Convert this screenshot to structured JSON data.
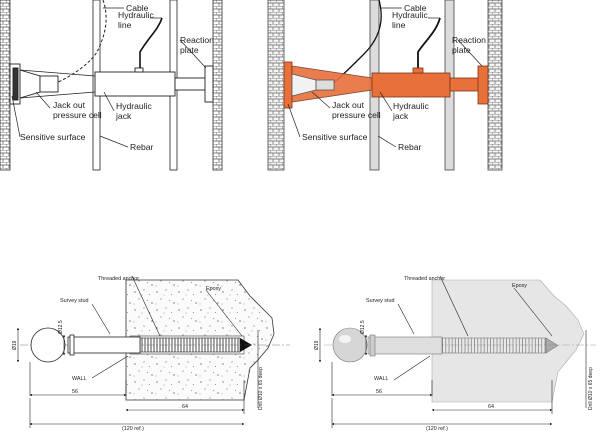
{
  "top_left": {
    "cable": "Cable",
    "hydraulic_line_1": "Hydraulic",
    "hydraulic_line_2": "line",
    "reaction_plate_1": "Reaction",
    "reaction_plate_2": "plate",
    "jack_out_1": "Jack out",
    "jack_out_2": "pressure cell",
    "hydraulic_jack_1": "Hydraulic",
    "hydraulic_jack_2": "jack",
    "sensitive_surface": "Sensitive surface",
    "rebar": "Rebar"
  },
  "top_right": {
    "cable": "Cable",
    "hydraulic_line_1": "Hydraulic",
    "hydraulic_line_2": "line",
    "reaction_plate_1": "Reaction",
    "reaction_plate_2": "plate",
    "jack_out_1": "Jack out",
    "jack_out_2": "pressure cell",
    "hydraulic_jack_1": "Hydraulic",
    "hydraulic_jack_2": "jack",
    "sensitive_surface": "Sensitive surface",
    "rebar": "Rebar"
  },
  "bottom_left": {
    "threaded_anchor": "Threaded anchor",
    "epoxy": "Epoxy",
    "survey_stud": "Survey stud",
    "dia_12_5": "Ø12.5",
    "dia_19": "Ø19",
    "wall": "WALL",
    "dim_56": "56",
    "dim_64": "64",
    "dim_120": "(120 ref.)",
    "drill": "Drill Ø10 x 65 deep"
  },
  "bottom_right": {
    "threaded_anchor": "Threaded anchor",
    "epoxy": "Epoxy",
    "survey_stud": "Survey stud",
    "dia_12_5": "Ø12.5",
    "dia_19": "Ø19",
    "wall": "WALL",
    "dim_56": "56",
    "dim_64": "64",
    "dim_120": "(120 ref.)",
    "drill": "Drill Ø10 x 65 deep"
  },
  "colors": {
    "orange_accent": "#e8703a",
    "orange_dark": "#c85a28",
    "concrete_grey": "#e6e6e6"
  }
}
